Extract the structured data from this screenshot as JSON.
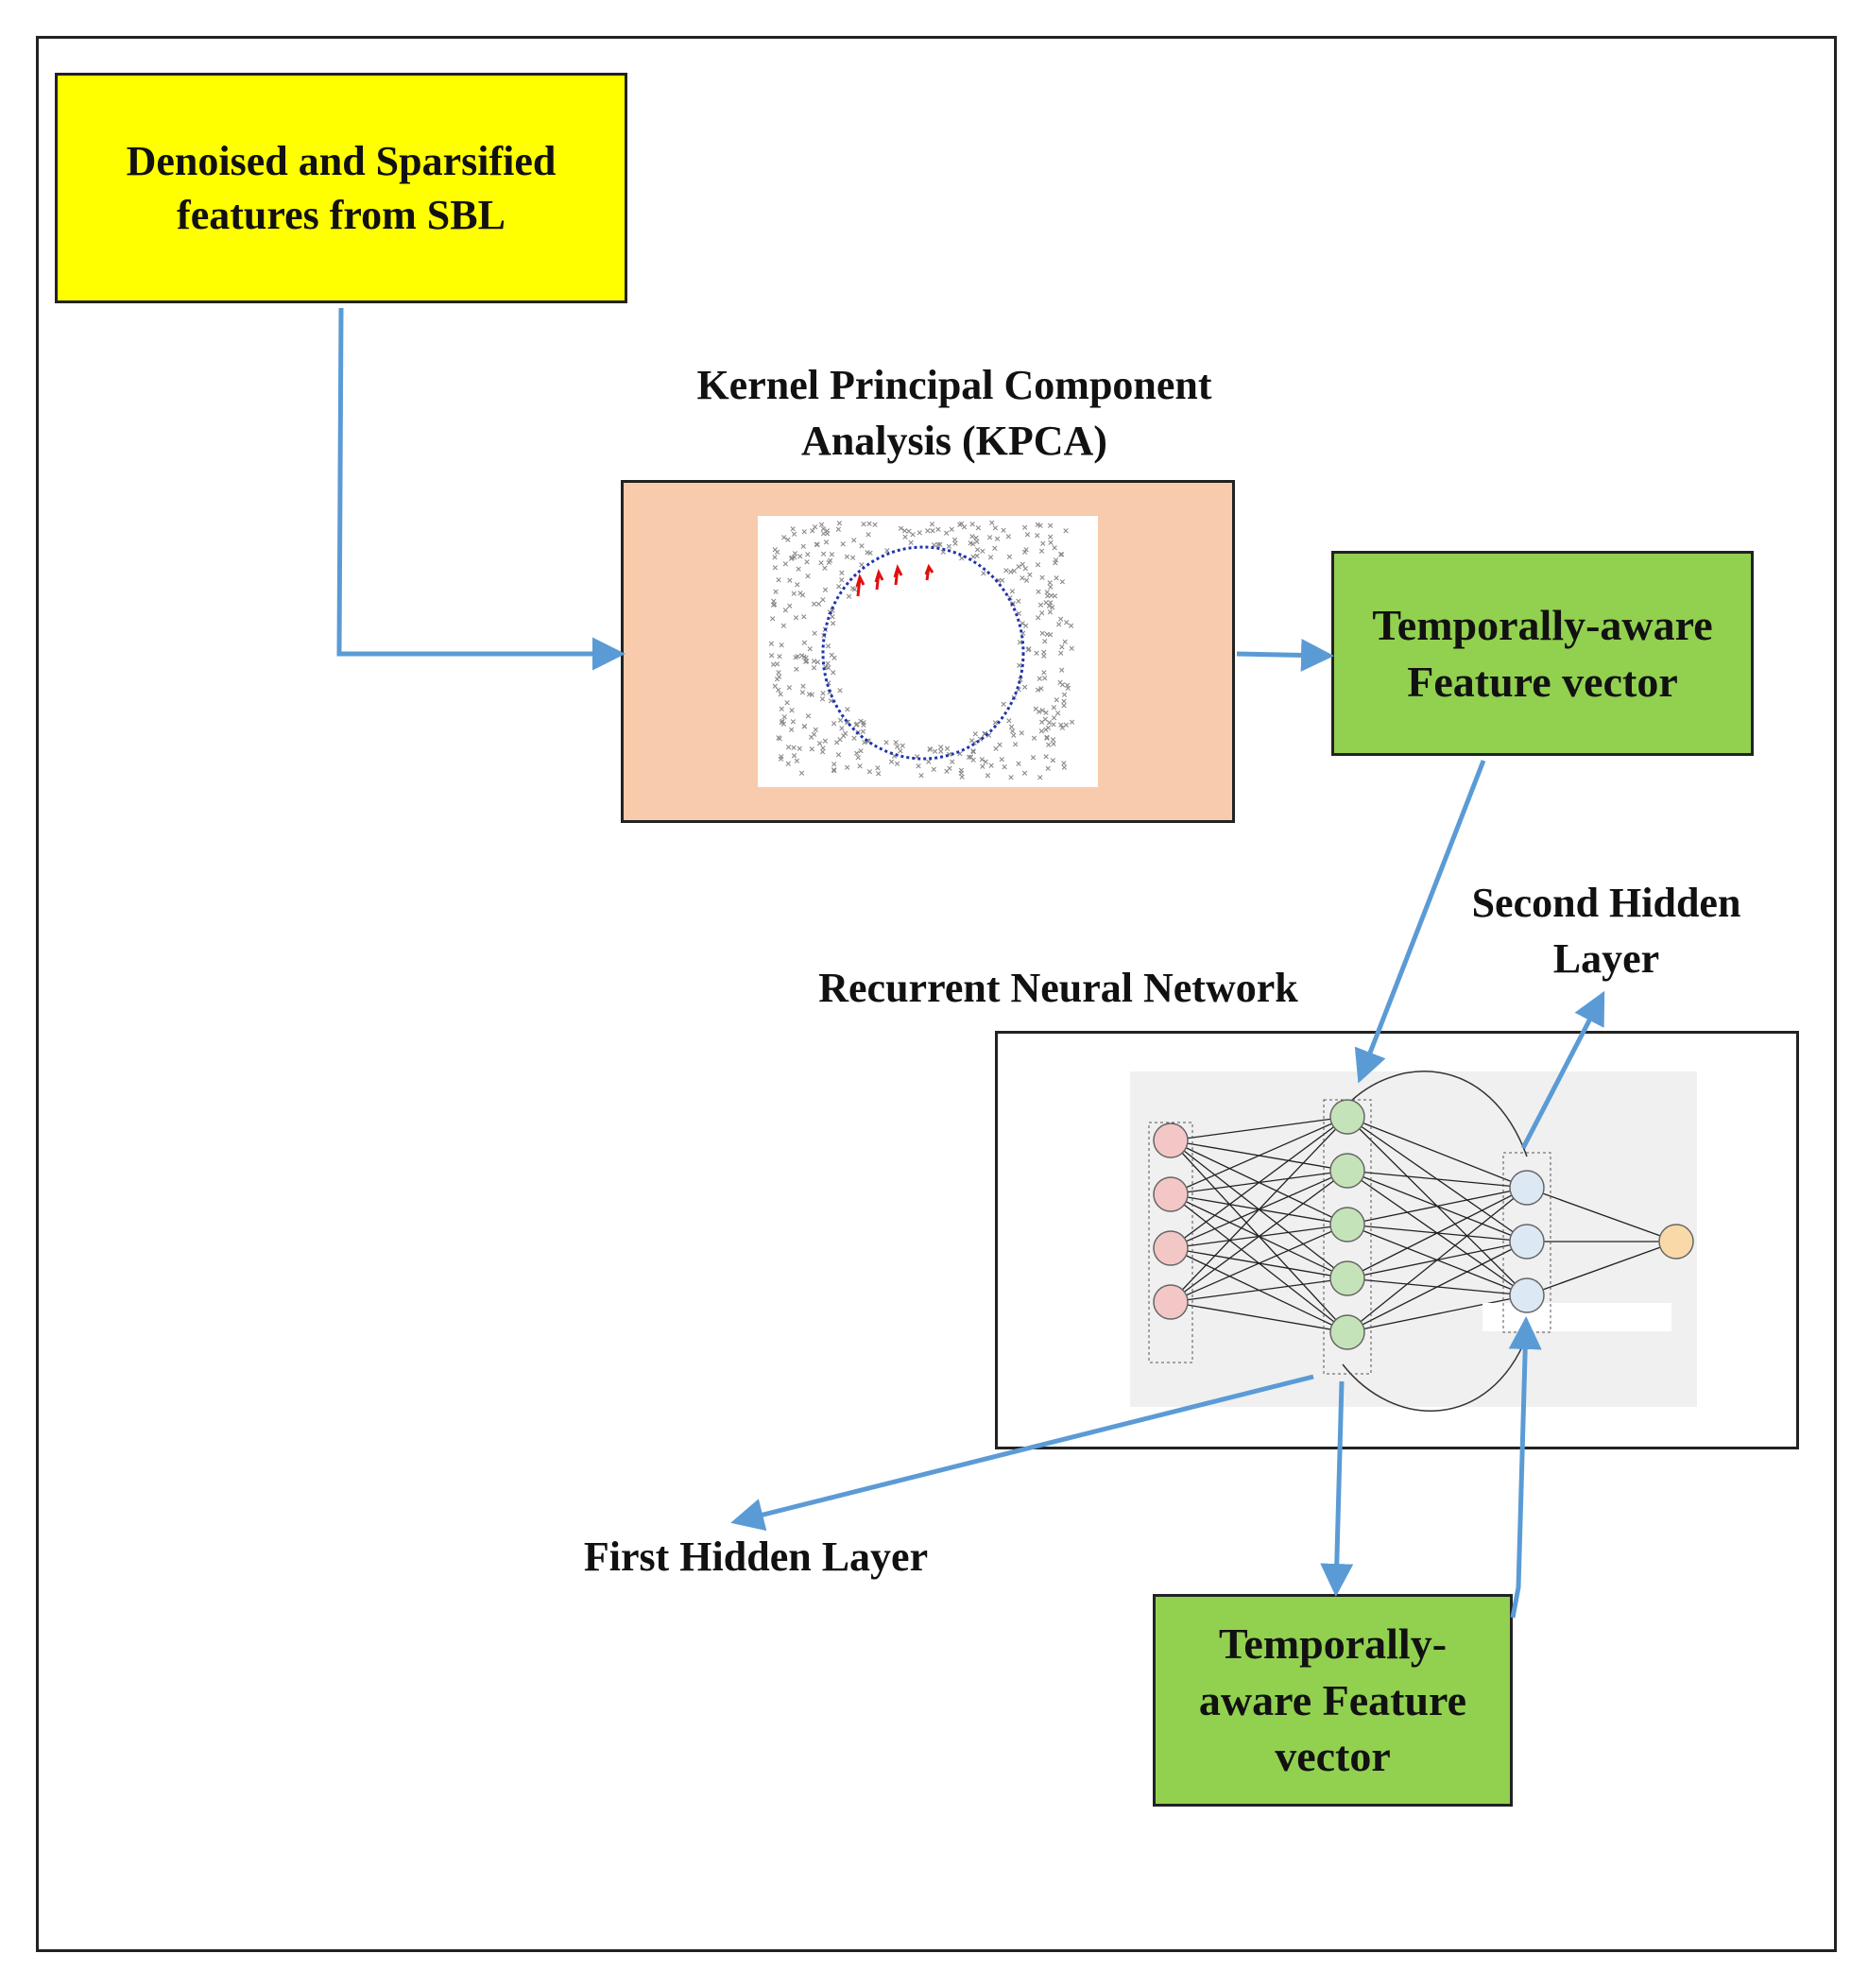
{
  "nodes": {
    "sbl": "Denoised and Sparsified features from SBL",
    "kpca_title": "Kernel Principal Component Analysis (KPCA)",
    "feature_vector_top": "Temporally-aware Feature vector",
    "rnn_title": "Recurrent Neural Network",
    "second_hidden": "Second Hidden Layer",
    "first_hidden": "First Hidden Layer",
    "feature_vector_bottom": "Temporally-aware Feature vector"
  },
  "colors": {
    "arrow": "#5b9bd5",
    "sbl_fill": "#ffff00",
    "kpca_fill": "#f7cbab",
    "feature_fill": "#92d050",
    "input_node": "#f4c7c7",
    "hidden1_node": "#c5e3b8",
    "hidden2_node": "#dde8f5",
    "output_node": "#f9d9a8"
  },
  "network": {
    "input_nodes": 4,
    "hidden1_nodes": 5,
    "hidden2_nodes": 3,
    "output_nodes": 1
  }
}
